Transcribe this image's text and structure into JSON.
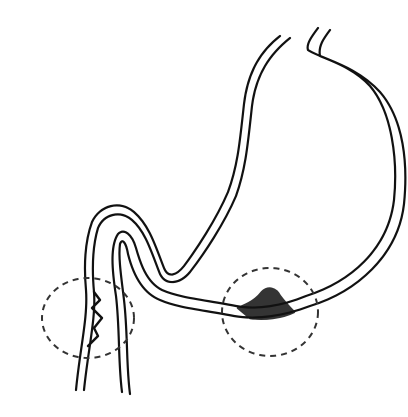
{
  "figure": {
    "subject": "stomach-and-duodenum-line-drawing",
    "background_color": "#ffffff",
    "line_color": "#111111",
    "marker_color": "#333333",
    "highlighted_regions": [
      {
        "name": "duodenal-region",
        "marker": "dashed-circle"
      },
      {
        "name": "pyloric-region",
        "marker": "dashed-circle"
      }
    ]
  }
}
